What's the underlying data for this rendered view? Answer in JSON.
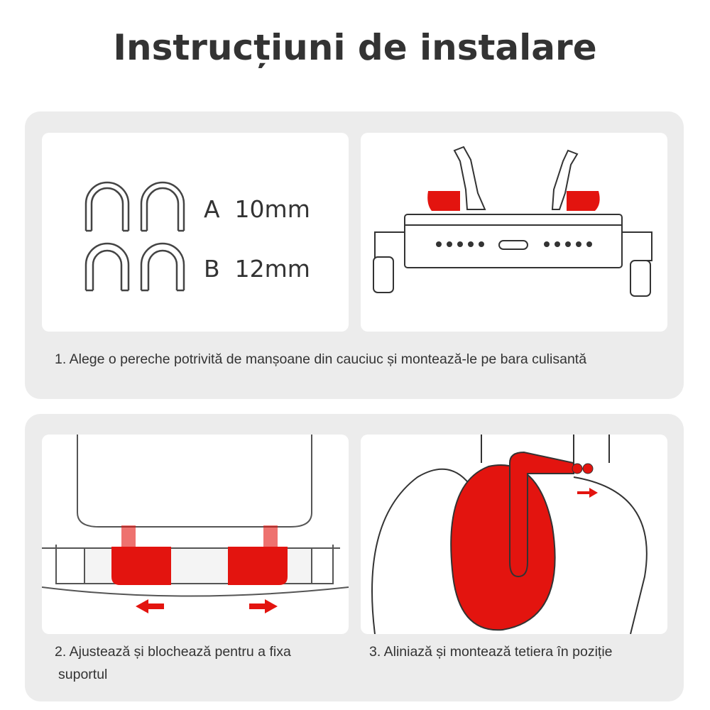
{
  "title": "Instrucțiuni de instalare",
  "step1": {
    "sleeve_a": "A  10mm",
    "sleeve_b": "B  12mm",
    "caption": "1. Alege o pereche potrivită de manșoane din cauciuc și montează-le pe bara culisantă"
  },
  "step2": {
    "caption_line1": "2. Ajustează și blochează pentru a fixa",
    "caption_line2": "suportul"
  },
  "step3": {
    "caption": "3. Aliniază și montează tetiera în poziție"
  },
  "colors": {
    "accent": "#e3140f",
    "panel": "#ececec",
    "text": "#333333"
  }
}
